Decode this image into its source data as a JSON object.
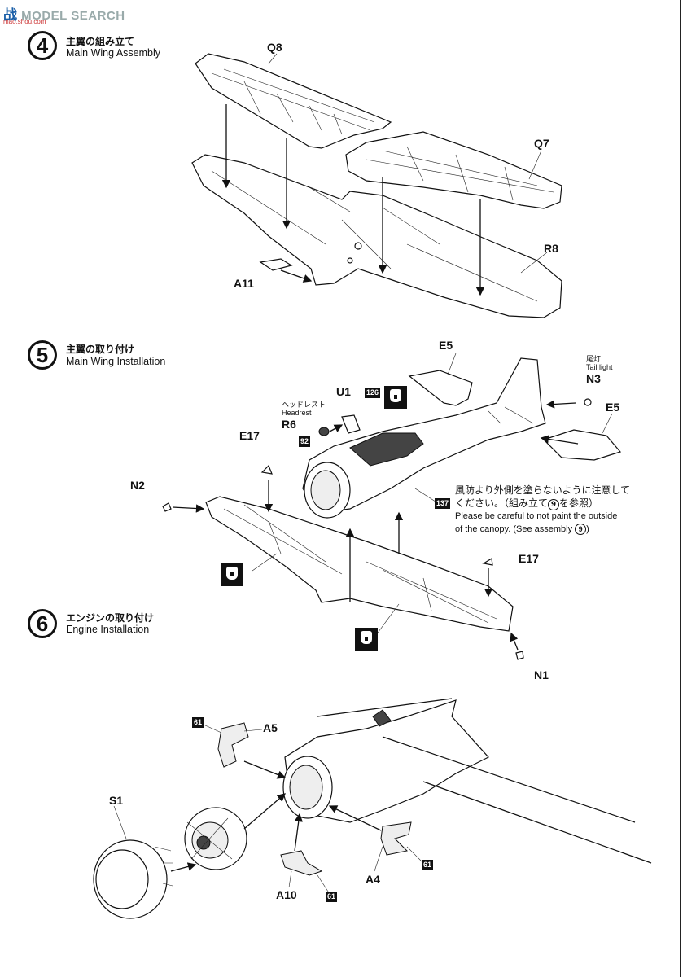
{
  "watermark": {
    "brand": "MODEL SEARCH",
    "logo": "战",
    "url": "mao.shou.com"
  },
  "steps": [
    {
      "number": "4",
      "title_jp": "主翼の組み立て",
      "title_en": "Main Wing Assembly"
    },
    {
      "number": "5",
      "title_jp": "主翼の取り付け",
      "title_en": "Main Wing Installation"
    },
    {
      "number": "6",
      "title_jp": "エンジンの取り付け",
      "title_en": "Engine Installation"
    }
  ],
  "parts": {
    "q8": "Q8",
    "q7": "Q7",
    "r8": "R8",
    "a11": "A11",
    "e5_top": "E5",
    "e5_right": "E5",
    "u1": "U1",
    "r6": "R6",
    "n3": "N3",
    "e17_left": "E17",
    "e17_right": "E17",
    "n2": "N2",
    "n1": "N1",
    "s1": "S1",
    "a5": "A5",
    "a4": "A4",
    "a10": "A10"
  },
  "callouts": {
    "tail_light_jp": "尾灯",
    "tail_light_en": "Tail light",
    "headrest_jp": "ヘッドレスト",
    "headrest_en": "Headrest"
  },
  "paint_codes": {
    "c126": "126",
    "c92": "92",
    "c137": "137",
    "c61_a5": "61",
    "c61_a4": "61",
    "c61_a10": "61"
  },
  "note": {
    "jp_line1": "風防より外側を塗らないように注意して",
    "jp_line2_pre": "ください。（組み立て",
    "jp_ref": "9",
    "jp_line2_post": "を参照）",
    "en_line1": "Please be careful to not paint the outside",
    "en_line2_pre": "of the canopy. (See assembly",
    "en_ref": "9",
    "en_line2_post": ")"
  }
}
